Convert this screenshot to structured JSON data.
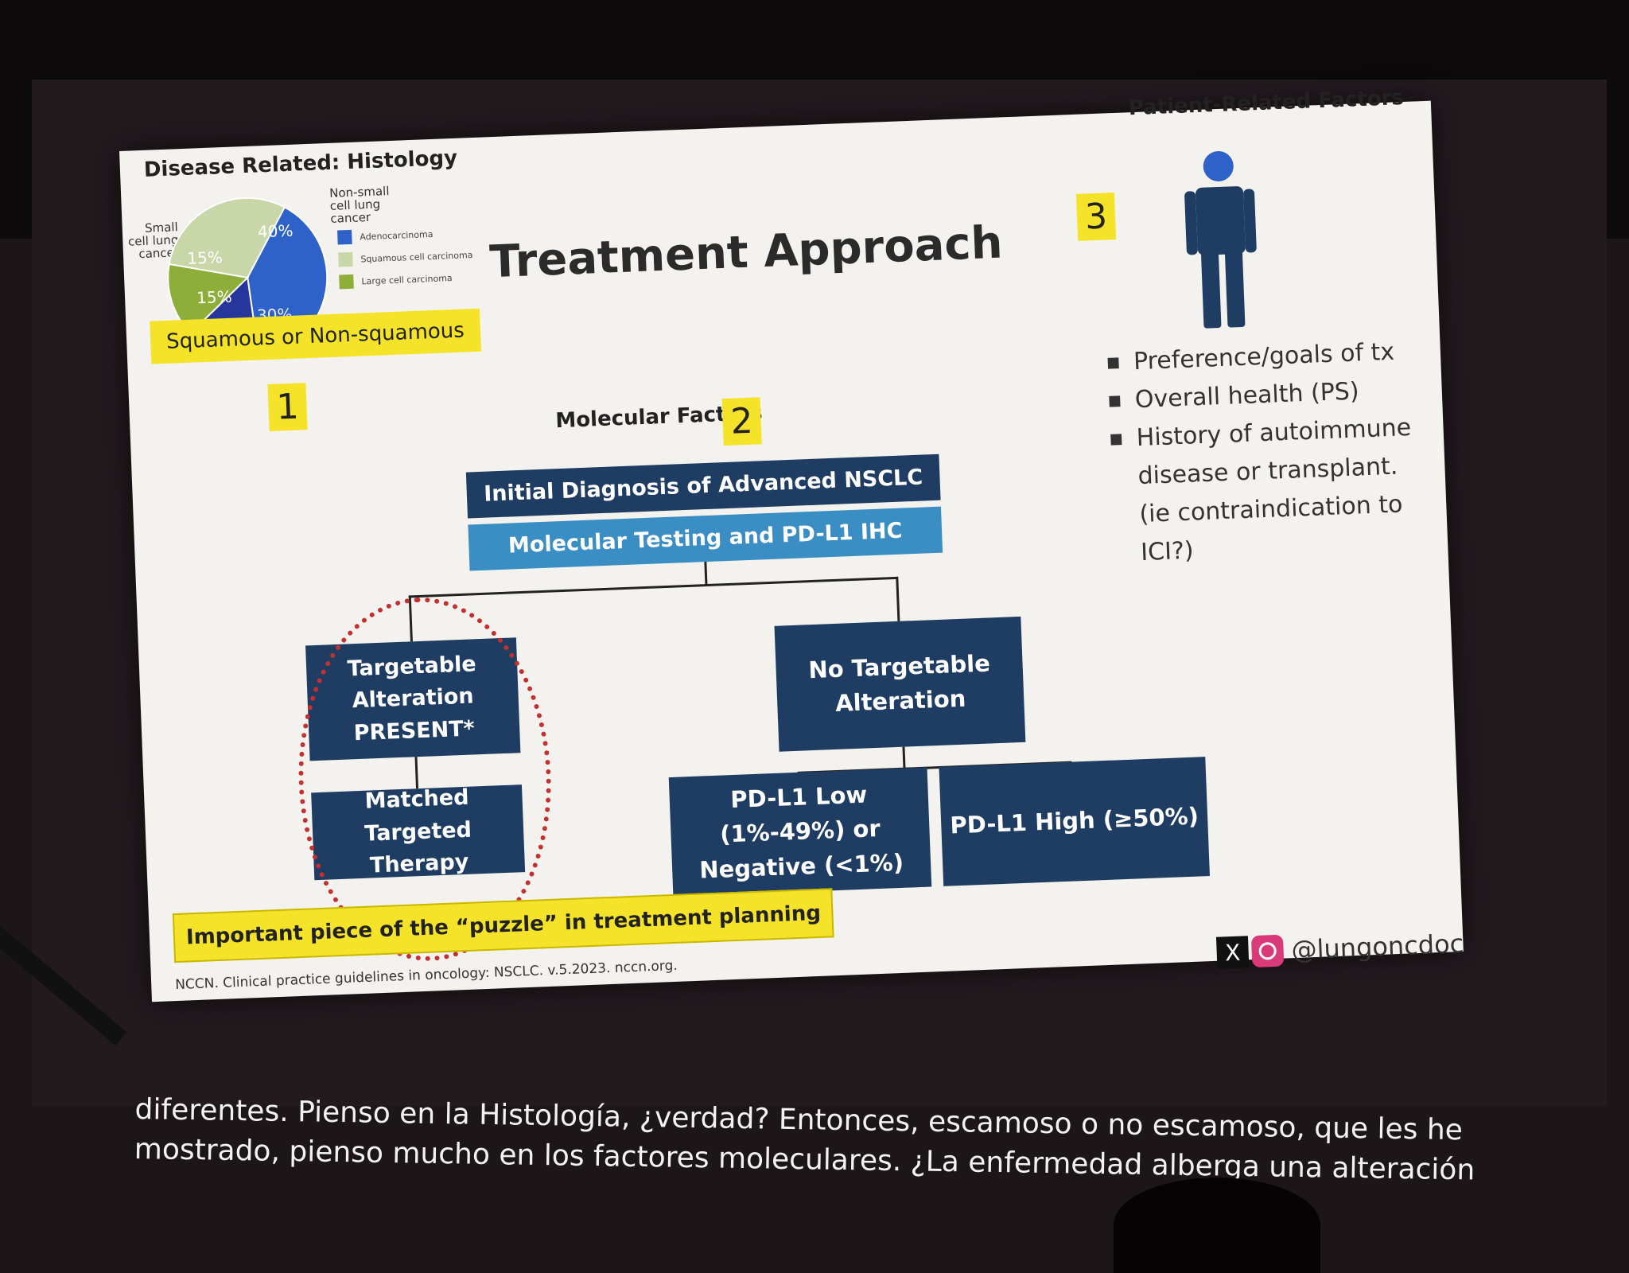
{
  "slide": {
    "title": "Treatment Approach",
    "histology_heading": "Disease Related: Histology",
    "molecular_heading": "Molecular Factors",
    "patient_heading": "Patient-Related Factors",
    "numbers": {
      "one": "1",
      "two": "2",
      "three": "3"
    },
    "pie": {
      "labels": {
        "small_cell": "Small cell lung cancer",
        "non_small_cell": "Non-small cell lung cancer"
      },
      "slices": [
        {
          "label": "40%",
          "color": "#2e62c9"
        },
        {
          "label": "15%",
          "color": "#27369a"
        },
        {
          "label": "15%",
          "color": "#8eae3a"
        },
        {
          "label": "30%",
          "color": "#c9d7a8"
        }
      ],
      "legend": [
        {
          "label": "Adenocarcinoma",
          "color": "#2e62c9"
        },
        {
          "label": "Squamous cell carcinoma",
          "color": "#c9d7a8"
        },
        {
          "label": "Large cell carcinoma",
          "color": "#8eae3a"
        }
      ]
    },
    "squamous_label": "Squamous or Non-squamous",
    "flow": {
      "initial": "Initial Diagnosis of Advanced NSCLC",
      "testing": "Molecular Testing and PD-L1 IHC",
      "targetable": "Targetable Alteration PRESENT*",
      "matched": "Matched Targeted Therapy",
      "no_targetable": "No Targetable Alteration",
      "pdl1_low": "PD-L1 Low (1%-49%) or Negative (<1%)",
      "pdl1_high": "PD-L1 High (≥50%)"
    },
    "patient_bullets": [
      "Preference/goals of tx",
      "Overall health (PS)",
      "History of autoimmune disease or transplant. (ie contraindication to ICI?)"
    ],
    "puzzle_note": "Important piece of the “puzzle” in treatment planning",
    "citation": "NCCN. Clinical practice guidelines in oncology: NSCLC. v.5.2023. nccn.org.",
    "social": {
      "x_glyph": "X",
      "handle": "@lungoncdoc"
    },
    "colors": {
      "navy": "#1f3d63",
      "light_blue": "#3a8ec3",
      "highlight": "#f5e329",
      "circle": "#c43030"
    }
  },
  "subtitles": {
    "line1": "diferentes. Pienso en la Histología, ¿verdad? Entonces, escamoso o no escamoso, que les he",
    "line2": "mostrado, pienso mucho en los factores moleculares. ¿La enfermedad alberga una alteración"
  }
}
